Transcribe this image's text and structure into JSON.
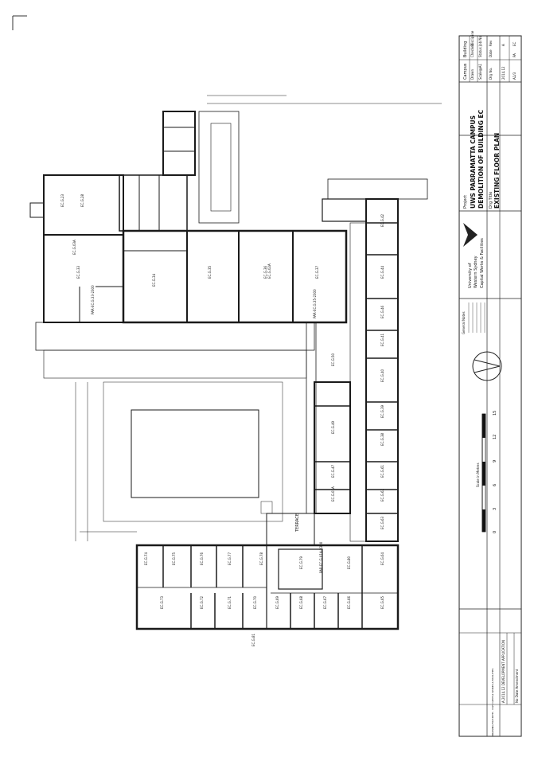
{
  "title_block": {
    "project_label": "Project",
    "project_line1": "UWS PARRAMATTA CAMPUS",
    "project_line2": "DEMOLITION OF BUILDING EC",
    "drawing_title_label": "Drg Title",
    "drawing_title": "EXISTING FLOOR PLAN",
    "org_line1": "University of",
    "org_line2": "Western Sydney",
    "org_dept": "Capital Works & Facilities",
    "campus_label": "Campus",
    "campus_value": "PA",
    "building_label": "Building",
    "building_value": "EC",
    "drawn_label": "Drawn",
    "checked_label": "Checked",
    "discipline_label": "Discipline",
    "scale_label": "Scale@A1",
    "status_label": "Status",
    "job_label": "Job No",
    "date_label": "Date",
    "date_value": "2014.12",
    "drg_no_label": "Drg No.",
    "rev_label": "Rev",
    "rev_value": "A",
    "sheet_size": "A1/3",
    "general_notes_label": "General Notes",
    "revision_row": "A   2014.12   DEVELOPMENT APPLICATION",
    "rev_headers": "No   Date   Amendment",
    "footer_path": "DRAWING FILE PATH - UWS CAPITAL WORKS & FACILITIES"
  },
  "scale_bar": {
    "ticks": [
      "0",
      "3",
      "6",
      "9",
      "12",
      "15"
    ],
    "caption": "Scale in Metres"
  },
  "room_labels": [
    "EC.G.23",
    "EC.G.28",
    "EC.G.33",
    "EC.G.34",
    "EC.G.35",
    "EC.G.36",
    "EC.G.37",
    "EC.G.42",
    "EC.G.44",
    "EC.G.46",
    "EC.G.41",
    "EC.G.40",
    "EC.G.39",
    "EC.G.38",
    "EC.G.50",
    "EC.G.49",
    "EC.G.47",
    "EC.G.61",
    "EC.G.62",
    "EC.G.63",
    "EC.G.64",
    "EC.G.65",
    "EC.G.66",
    "EC.G.67",
    "EC.G.68",
    "EC.G.69",
    "EC.G.70",
    "EC.G.71",
    "EC.G.72",
    "EC.G.73",
    "EC.G.74",
    "EC.G.75",
    "EC.G.76",
    "EC.G.77",
    "EC.G.78",
    "EC.G.79",
    "EC.G.80",
    "EC.G.81",
    "EC.G.01A",
    "EC.G.02A",
    "EC.G.03A"
  ],
  "terrace_label": "TERRACE",
  "stair_labels": [
    "PAR-EC.G.35-2300",
    "PAR-EC.G.33-2300",
    "PAR-EC.G.01A-2300"
  ]
}
